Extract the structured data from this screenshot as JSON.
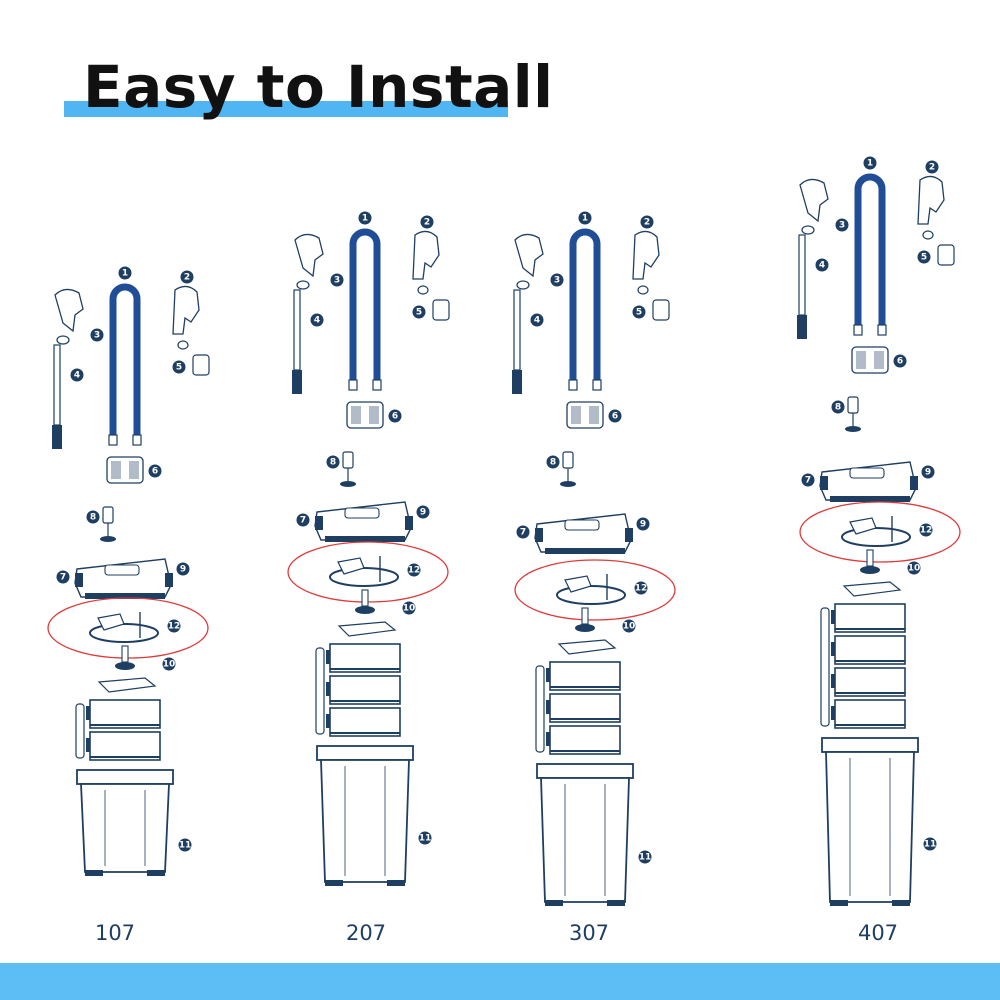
{
  "header": {
    "title": "Easy to Install"
  },
  "colors": {
    "accent": "#4fb6f3",
    "line": "#1f3f62",
    "hose": "#1f4e96",
    "marker": "#1f3f62",
    "highlight": "#e03a3a"
  },
  "parts": [
    "1",
    "2",
    "3",
    "4",
    "5",
    "6",
    "7",
    "8",
    "9",
    "10",
    "11",
    "12"
  ],
  "models": [
    {
      "label": "107"
    },
    {
      "label": "207"
    },
    {
      "label": "307"
    },
    {
      "label": "407"
    }
  ]
}
